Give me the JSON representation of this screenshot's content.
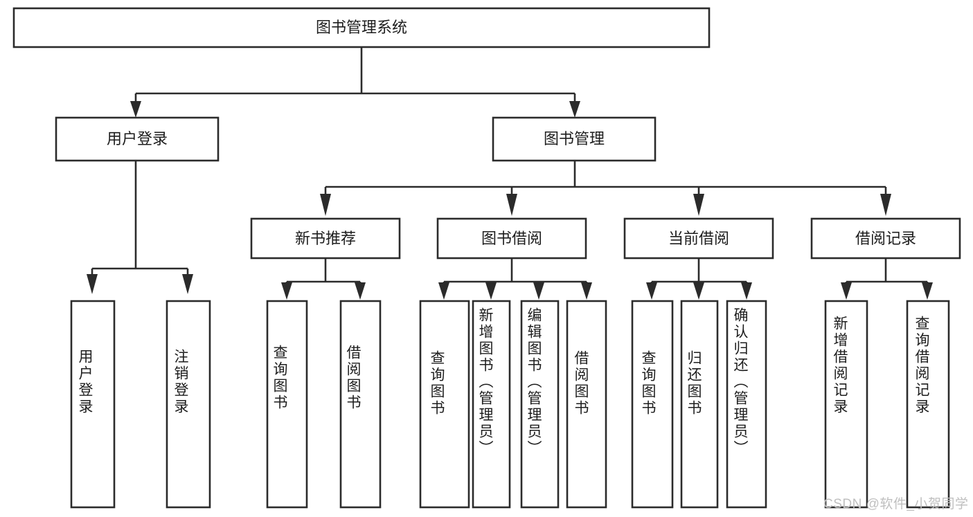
{
  "diagram": {
    "title_node": {
      "label": "图书管理系统"
    },
    "level2": [
      {
        "id": "user-login",
        "label": "用户登录"
      },
      {
        "id": "book-management",
        "label": "图书管理"
      }
    ],
    "level3": [
      {
        "id": "new-book-recommend",
        "label": "新书推荐"
      },
      {
        "id": "book-borrow",
        "label": "图书借阅"
      },
      {
        "id": "current-borrow",
        "label": "当前借阅"
      },
      {
        "id": "borrow-record",
        "label": "借阅记录"
      }
    ],
    "leaves": [
      {
        "id": "leaf-user-login",
        "label": "用户登录",
        "parent": "user-login"
      },
      {
        "id": "leaf-logout",
        "label": "注销登录",
        "parent": "user-login"
      },
      {
        "id": "leaf-query-book-1",
        "label": "查询图书",
        "parent": "new-book-recommend"
      },
      {
        "id": "leaf-borrow-book-1",
        "label": "借阅图书",
        "parent": "new-book-recommend"
      },
      {
        "id": "leaf-query-book-2",
        "label": "查询图书",
        "parent": "book-borrow"
      },
      {
        "id": "leaf-add-book",
        "label": "新增图书（管理员）",
        "parent": "book-borrow"
      },
      {
        "id": "leaf-edit-book",
        "label": "编辑图书（管理员）",
        "parent": "book-borrow"
      },
      {
        "id": "leaf-borrow-book-2",
        "label": "借阅图书",
        "parent": "book-borrow"
      },
      {
        "id": "leaf-query-book-3",
        "label": "查询图书",
        "parent": "current-borrow"
      },
      {
        "id": "leaf-return-book",
        "label": "归还图书",
        "parent": "current-borrow"
      },
      {
        "id": "leaf-confirm-return",
        "label": "确认归还（管理员）",
        "parent": "current-borrow"
      },
      {
        "id": "leaf-add-record",
        "label": "新增借阅记录",
        "parent": "borrow-record"
      },
      {
        "id": "leaf-query-record",
        "label": "查询借阅记录",
        "parent": "borrow-record"
      }
    ]
  },
  "watermark": {
    "text": "CSDN @软件_小贺同学"
  },
  "colors": {
    "stroke": "#2b2b2b",
    "fill": "#ffffff",
    "text": "#1d1d1d",
    "watermark": "#bfbfbf"
  }
}
